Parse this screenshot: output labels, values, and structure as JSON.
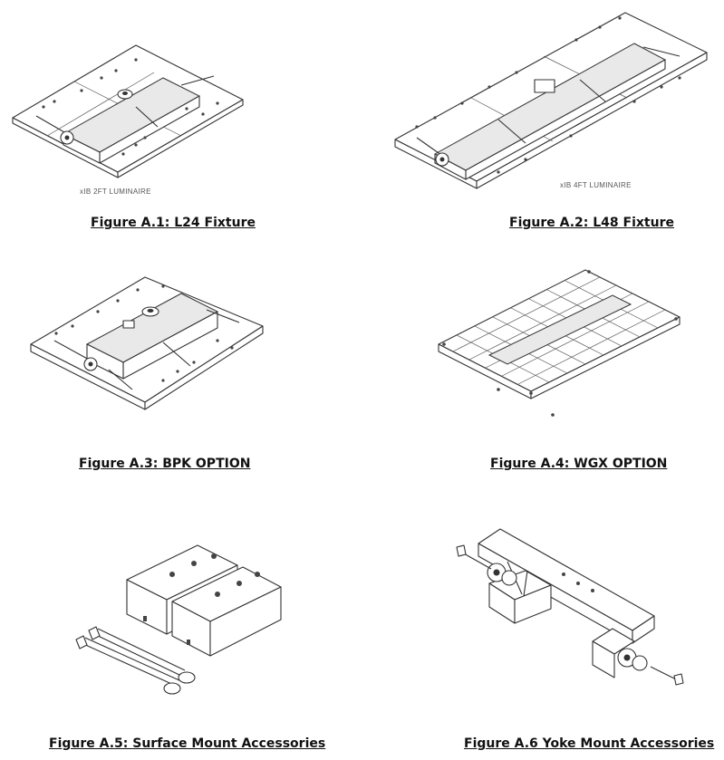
{
  "figures": [
    {
      "caption": "Figure A.1: L24 Fixture",
      "label": "xIB 2FT LUMINAIRE",
      "image": "l24-fixture-drawing"
    },
    {
      "caption": "Figure A.2: L48 Fixture",
      "label": "xIB 4FT LUMINAIRE",
      "image": "l48-fixture-drawing"
    },
    {
      "caption": "Figure A.3: BPK OPTION",
      "image": "bpk-option-drawing"
    },
    {
      "caption": "Figure A.4: WGX OPTION",
      "image": "wgx-option-drawing"
    },
    {
      "caption": "Figure A.5: Surface Mount Accessories",
      "image": "surface-mount-accessories-drawing"
    },
    {
      "caption": "Figure A.6 Yoke Mount Accessories",
      "image": "yoke-mount-accessories-drawing"
    }
  ]
}
